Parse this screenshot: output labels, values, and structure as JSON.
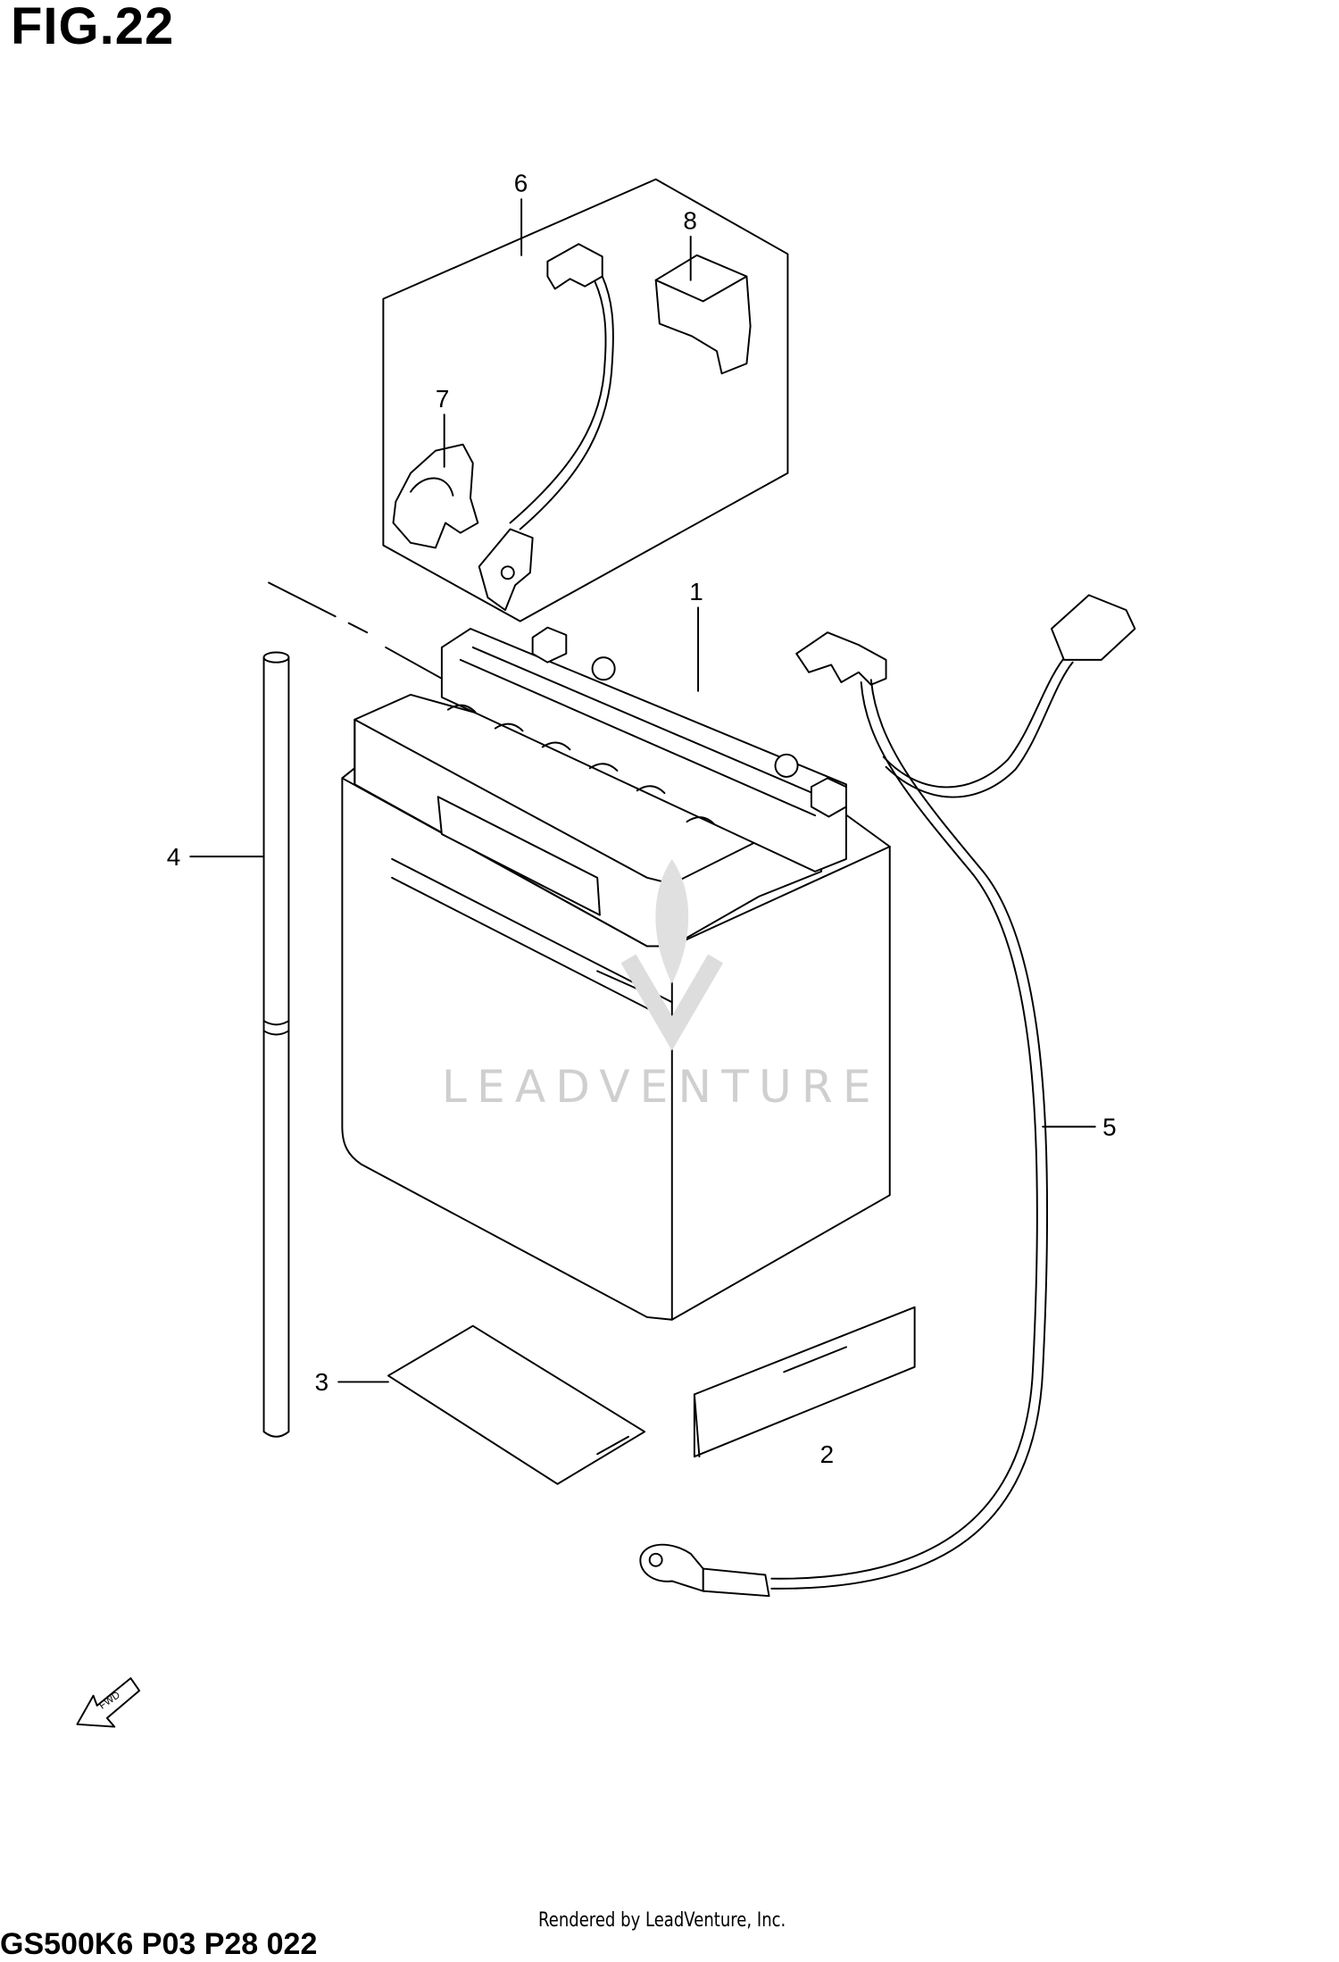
{
  "figure": {
    "title": "FIG.22",
    "code": "GS500K6 P03 P28 022",
    "credit": "Rendered by LeadVenture, Inc.",
    "watermark": "LEADVENTURE"
  },
  "callouts": [
    {
      "id": "1",
      "label": "1"
    },
    {
      "id": "2",
      "label": "2"
    },
    {
      "id": "3",
      "label": "3"
    },
    {
      "id": "4",
      "label": "4"
    },
    {
      "id": "5",
      "label": "5"
    },
    {
      "id": "6",
      "label": "6"
    },
    {
      "id": "7",
      "label": "7"
    },
    {
      "id": "8",
      "label": "8"
    }
  ],
  "fwd_arrow": {
    "label": "FWD",
    "icon": "forward-arrow-icon"
  }
}
